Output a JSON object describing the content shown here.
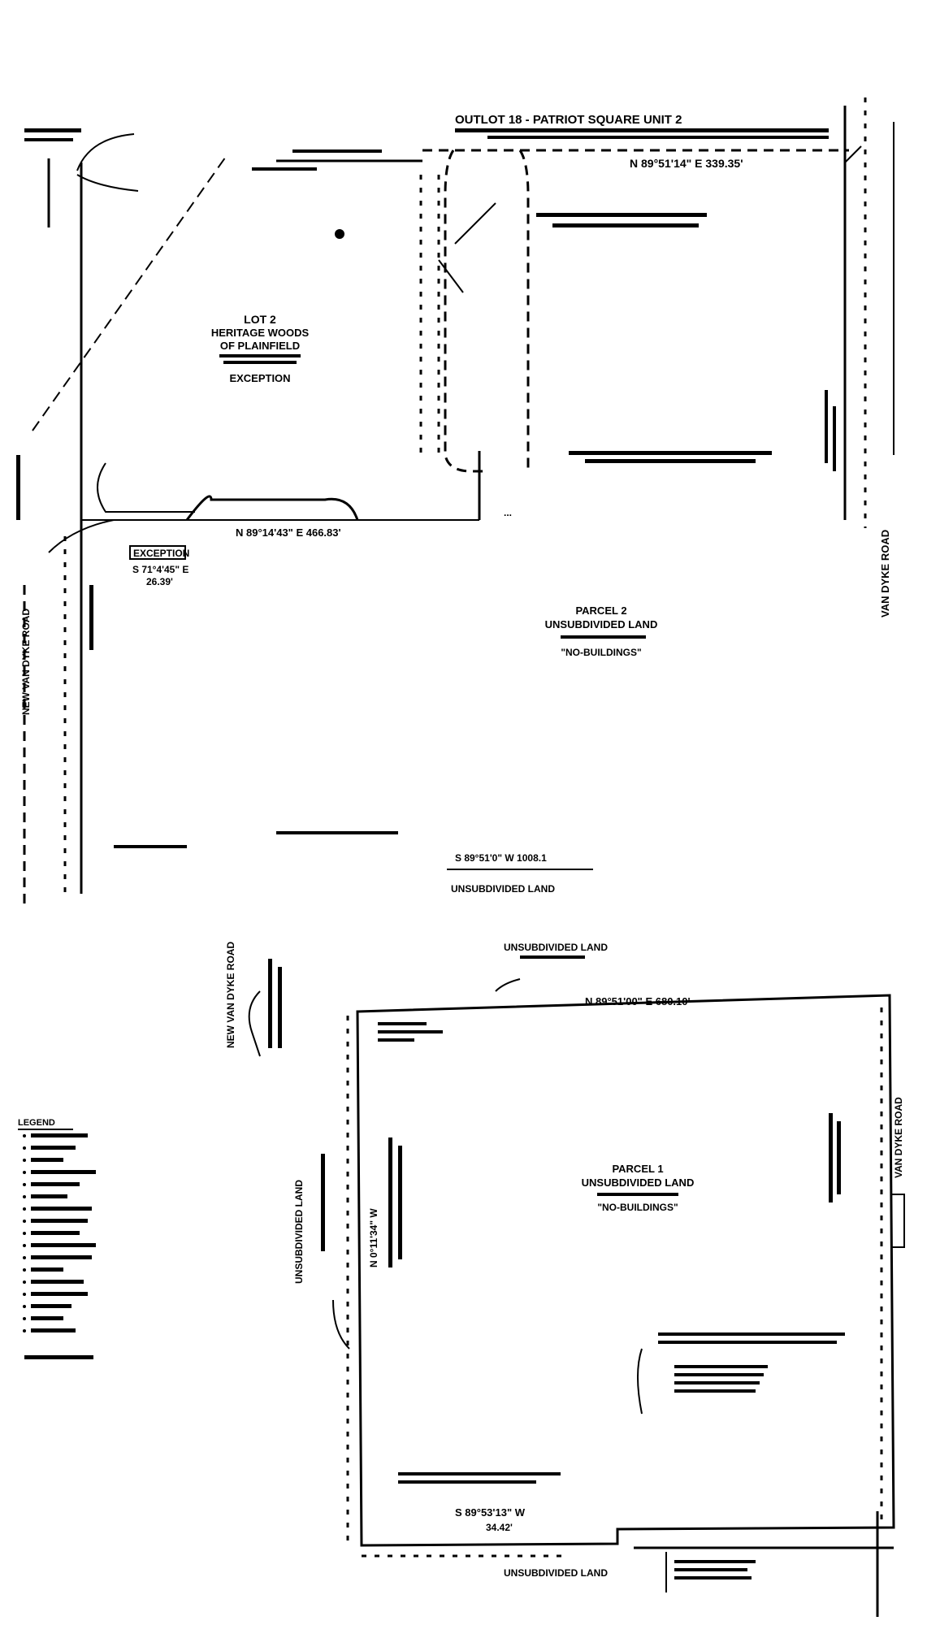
{
  "upper_plat": {
    "outlot_title": "OUTLOT 18 - PATRIOT SQUARE UNIT 2",
    "top_bearing": "N 89°51'14\" E 339.35'",
    "lot_label": "LOT 2",
    "lot_sub1": "HERITAGE WOODS",
    "lot_sub2": "OF PLAINFIELD",
    "exception": "EXCEPTION",
    "bottom_bearing": "N 89°14'43\" E 466.83'",
    "exception_box": "EXCEPTION",
    "exception_bearing": "S 71°4'45\" E",
    "exception_distance": "26.39'",
    "parcel_label": "PARCEL 2",
    "parcel_sub": "UNSUBDIVIDED LAND",
    "parcel_note": "\"NO-BUILDINGS\"",
    "south_bearing": "S 89°51'0\" W 1008.1",
    "south_label": "UNSUBDIVIDED LAND",
    "road_right": "VAN DYKE ROAD",
    "road_left": "NEW VAN DYKE ROAD"
  },
  "lower_plat": {
    "north_label": "UNSUBDIVIDED LAND",
    "top_bearing": "N 89°51'00\" E 680.10'",
    "road_label": "NEW VAN DYKE ROAD",
    "west_label": "UNSUBDIVIDED LAND",
    "west_bearing": "N 0°11'34\" W",
    "parcel_label": "PARCEL 1",
    "parcel_sub": "UNSUBDIVIDED LAND",
    "parcel_note": "\"NO-BUILDINGS\"",
    "bottom_bearing": "S 89°53'13\" W",
    "bottom_distance": "34.42'",
    "south_label": "UNSUBDIVIDED LAND",
    "road_right": "VAN DYKE ROAD"
  },
  "legend": {
    "title": "LEGEND"
  }
}
